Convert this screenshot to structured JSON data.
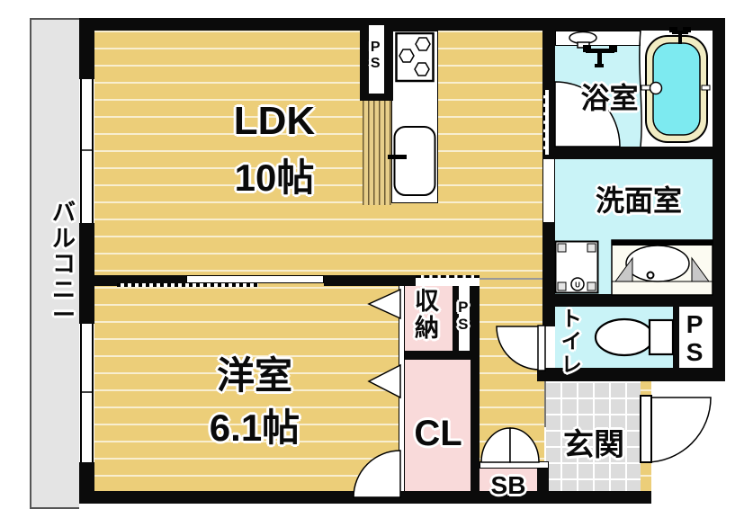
{
  "rooms": {
    "balcony": {
      "label": "バルコニー"
    },
    "ldk": {
      "label": "LDK",
      "size": "10帖"
    },
    "western": {
      "label": "洋室",
      "size": "6.1帖"
    },
    "bath": {
      "label": "浴室"
    },
    "wash": {
      "label": "洗面室"
    },
    "toilet": {
      "label": "トイレ"
    },
    "entry": {
      "label": "玄関"
    },
    "storage": {
      "label": "収納"
    },
    "closet": {
      "label": "CL"
    },
    "shoebox": {
      "label": "SB"
    },
    "ps_top": {
      "label": "PS"
    },
    "ps_mid": {
      "label": "PS"
    },
    "ps_right": {
      "label": "PS"
    }
  },
  "colors": {
    "wall": "#0b0b0b",
    "flooring": "#ecce79",
    "wet_room": "#c9f3f7",
    "closet_pink": "#f9dada",
    "entry_tile": "#dcdcdc",
    "balcony_gray": "#e4e4e4",
    "tub_water": "#7deaf0",
    "tub_rim": "#f1ecc3"
  }
}
